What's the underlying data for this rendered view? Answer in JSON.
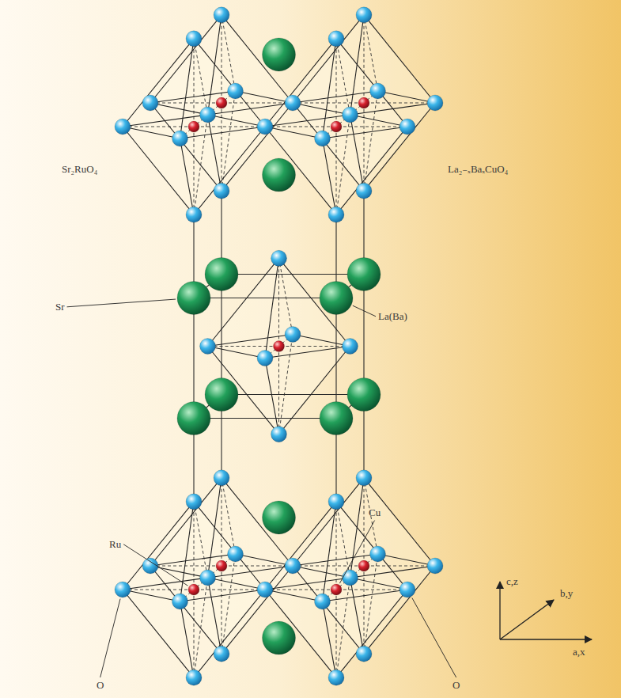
{
  "diagram": {
    "labels": [
      "Sr₂RuO₄",
      "La₂₋ₓBaₓCuO₄",
      "Sr",
      "La(Ba)",
      "Ru",
      "Cu",
      "O",
      "O",
      "c,z",
      "b,y",
      "a,x"
    ]
  }
}
